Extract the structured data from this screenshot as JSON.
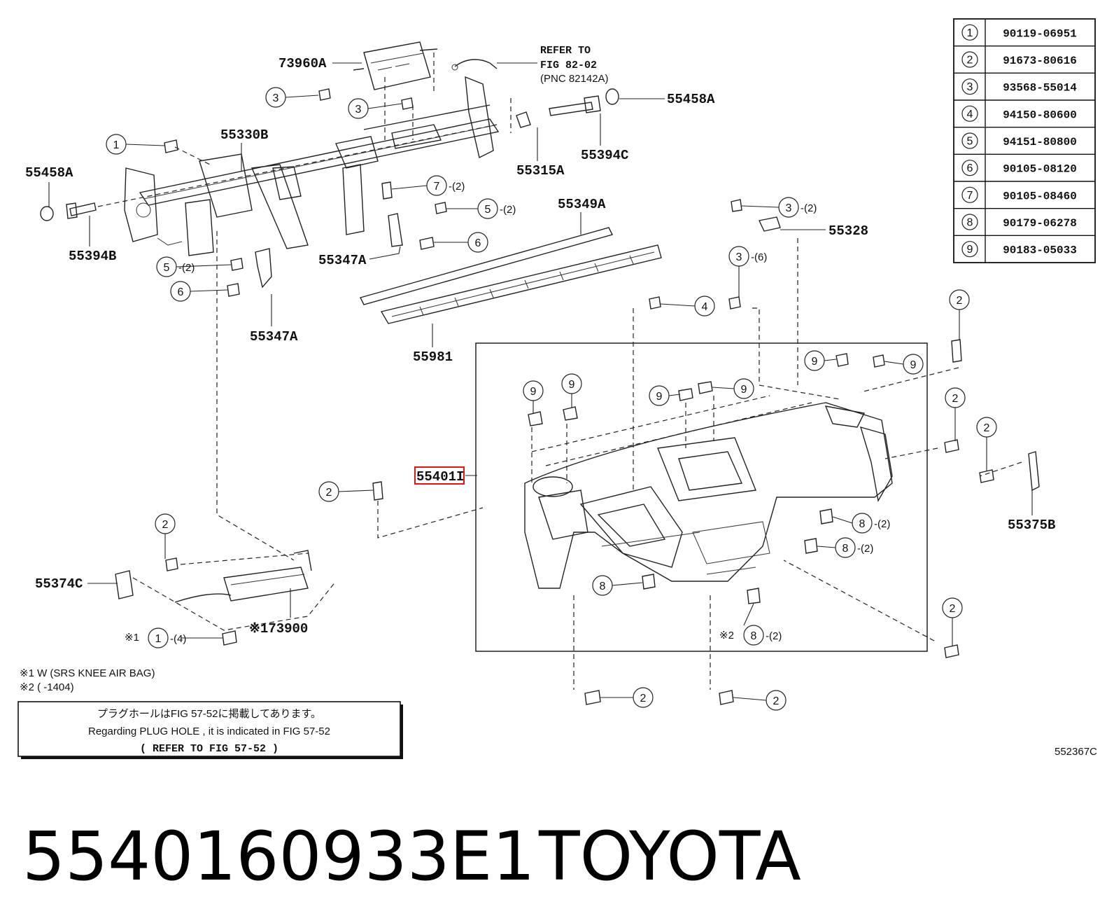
{
  "parts": {
    "p73960A": "73960A",
    "p55458A_top": "55458A",
    "p55330B": "55330B",
    "p55458A_left": "55458A",
    "p55394B": "55394B",
    "p55315A": "55315A",
    "p55394C": "55394C",
    "p55349A": "55349A",
    "p55328": "55328",
    "p55347A_mid": "55347A",
    "p55347A_low": "55347A",
    "p55981": "55981",
    "p55401": "55401I",
    "p55375B": "55375B",
    "p55374C": "55374C",
    "p73900": "※173900"
  },
  "refer": {
    "line1": "REFER TO",
    "line2": "FIG 82-02",
    "line3": "(PNC 82142A)"
  },
  "callout_numbers": [
    "1",
    "2",
    "3",
    "4",
    "5",
    "6",
    "7",
    "8",
    "9"
  ],
  "quantities": {
    "q2": "-(2)",
    "q4": "-(4)",
    "q6": "-(6)"
  },
  "marks": {
    "m1": "※1",
    "m2": "※2"
  },
  "table": [
    {
      "n": "1",
      "code": "90119-06951"
    },
    {
      "n": "2",
      "code": "91673-80616"
    },
    {
      "n": "3",
      "code": "93568-55014"
    },
    {
      "n": "4",
      "code": "94150-80600"
    },
    {
      "n": "5",
      "code": "94151-80800"
    },
    {
      "n": "6",
      "code": "90105-08120"
    },
    {
      "n": "7",
      "code": "90105-08460"
    },
    {
      "n": "8",
      "code": "90179-06278"
    },
    {
      "n": "9",
      "code": "90183-05033"
    }
  ],
  "notes": {
    "n1": "※1 W (SRS KNEE AIR BAG)",
    "n2": "※2 (       -1404)"
  },
  "notice": {
    "jp": "プラグホールはFIG 57-52に掲載してあります。",
    "en": "Regarding  PLUG HOLE , it is  indicated  in  FIG 57-52",
    "ref": "(   REFER TO FIG 57-52 )"
  },
  "figure_code": "552367C",
  "footer": {
    "part_number": "5540160933E1",
    "brand": "TOYOTA"
  }
}
